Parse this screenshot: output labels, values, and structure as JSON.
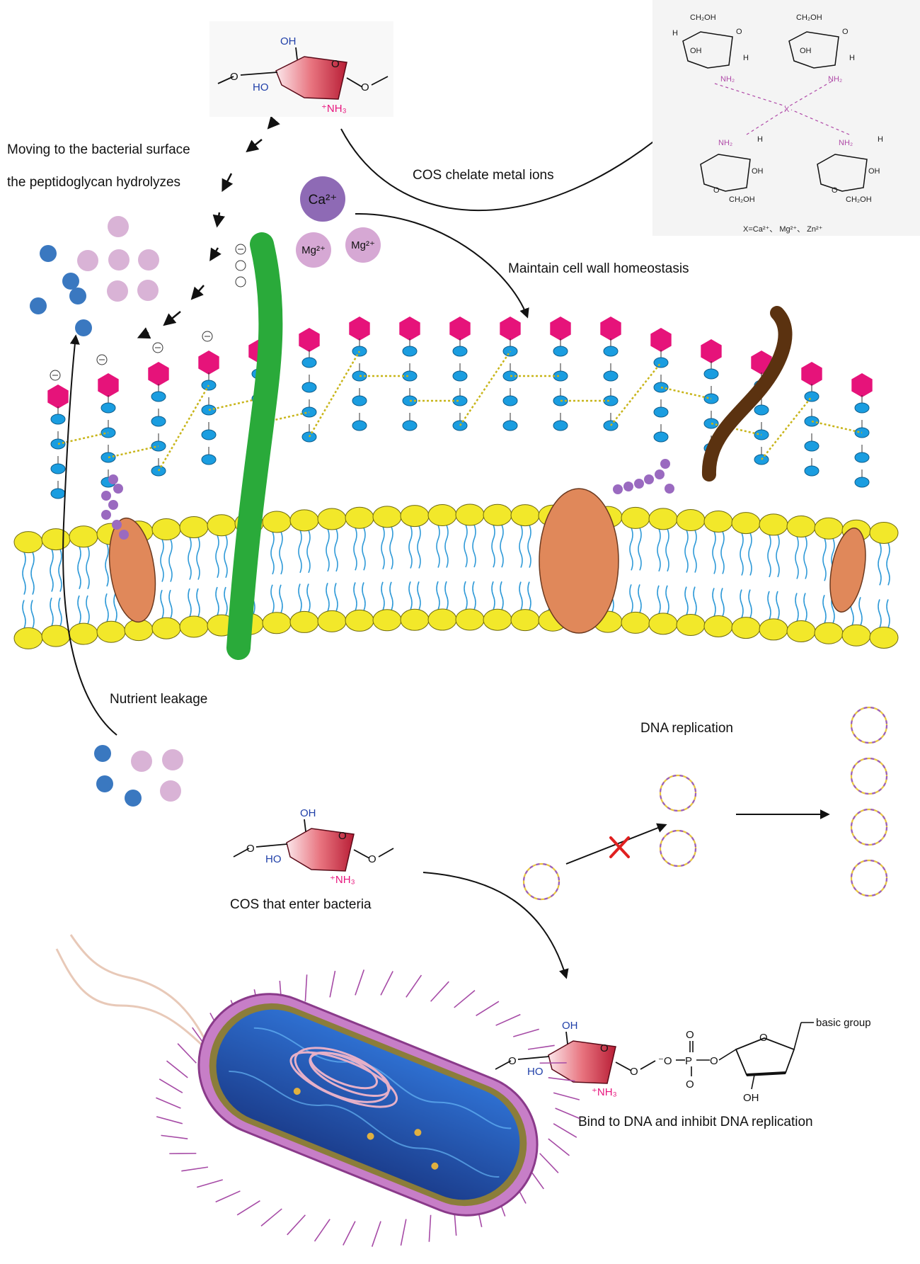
{
  "labels": {
    "moving": "Moving to the bacterial surface",
    "hydrolyze": "the peptidoglycan hydrolyzes",
    "chelate": "COS chelate metal ions",
    "maintain": "Maintain cell wall homeostasis",
    "leakage": "Nutrient leakage",
    "dna_replication": "DNA replication",
    "cos_enter": "COS that enter bacteria",
    "basic_group": "basic group",
    "bind_dna": "Bind to DNA and inhibit DNA replication"
  },
  "ions": {
    "ca": "Ca²⁺",
    "mg1": "Mg²⁺",
    "mg2": "Mg²⁺"
  },
  "chem": {
    "oh": "OH",
    "ho": "HO",
    "o": "O",
    "nh3": "⁺NH₃",
    "ch2oh": "CH₂OH",
    "h": "H",
    "nh2": "NH₂",
    "x": "X",
    "x_note": "X=Ca²⁺、 Mg²⁺、 Zn²⁺",
    "minus_o": "⁻O",
    "p": "P"
  },
  "colors": {
    "peptidoglycan_head": "#e6137a",
    "glycan_bead": "#1a9de0",
    "membrane_head": "#f2e82a",
    "protein": "#e0885a",
    "green_polymer": "#2aaa3a",
    "brown_polymer": "#5b3210",
    "ca_ion": "#8e6ab5",
    "mg_ion": "#d6a8d4",
    "nutrient_blue": "#3a78c0",
    "nutrient_pink": "#d9b3d6"
  }
}
